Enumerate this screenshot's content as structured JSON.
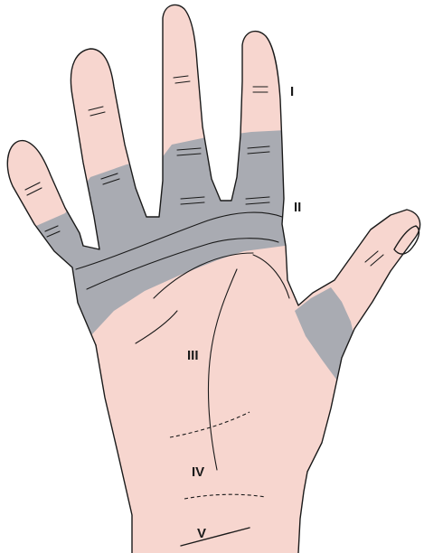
{
  "colors": {
    "skin": "#f7d6cf",
    "zone_shading": "#a9abb2",
    "outline": "#1a1a1a",
    "background": "#ffffff"
  },
  "zones": [
    {
      "id": "zone-1",
      "label": "I"
    },
    {
      "id": "zone-2",
      "label": "II"
    },
    {
      "id": "zone-3",
      "label": "III"
    },
    {
      "id": "zone-4",
      "label": "IV"
    },
    {
      "id": "zone-5",
      "label": "V"
    }
  ]
}
